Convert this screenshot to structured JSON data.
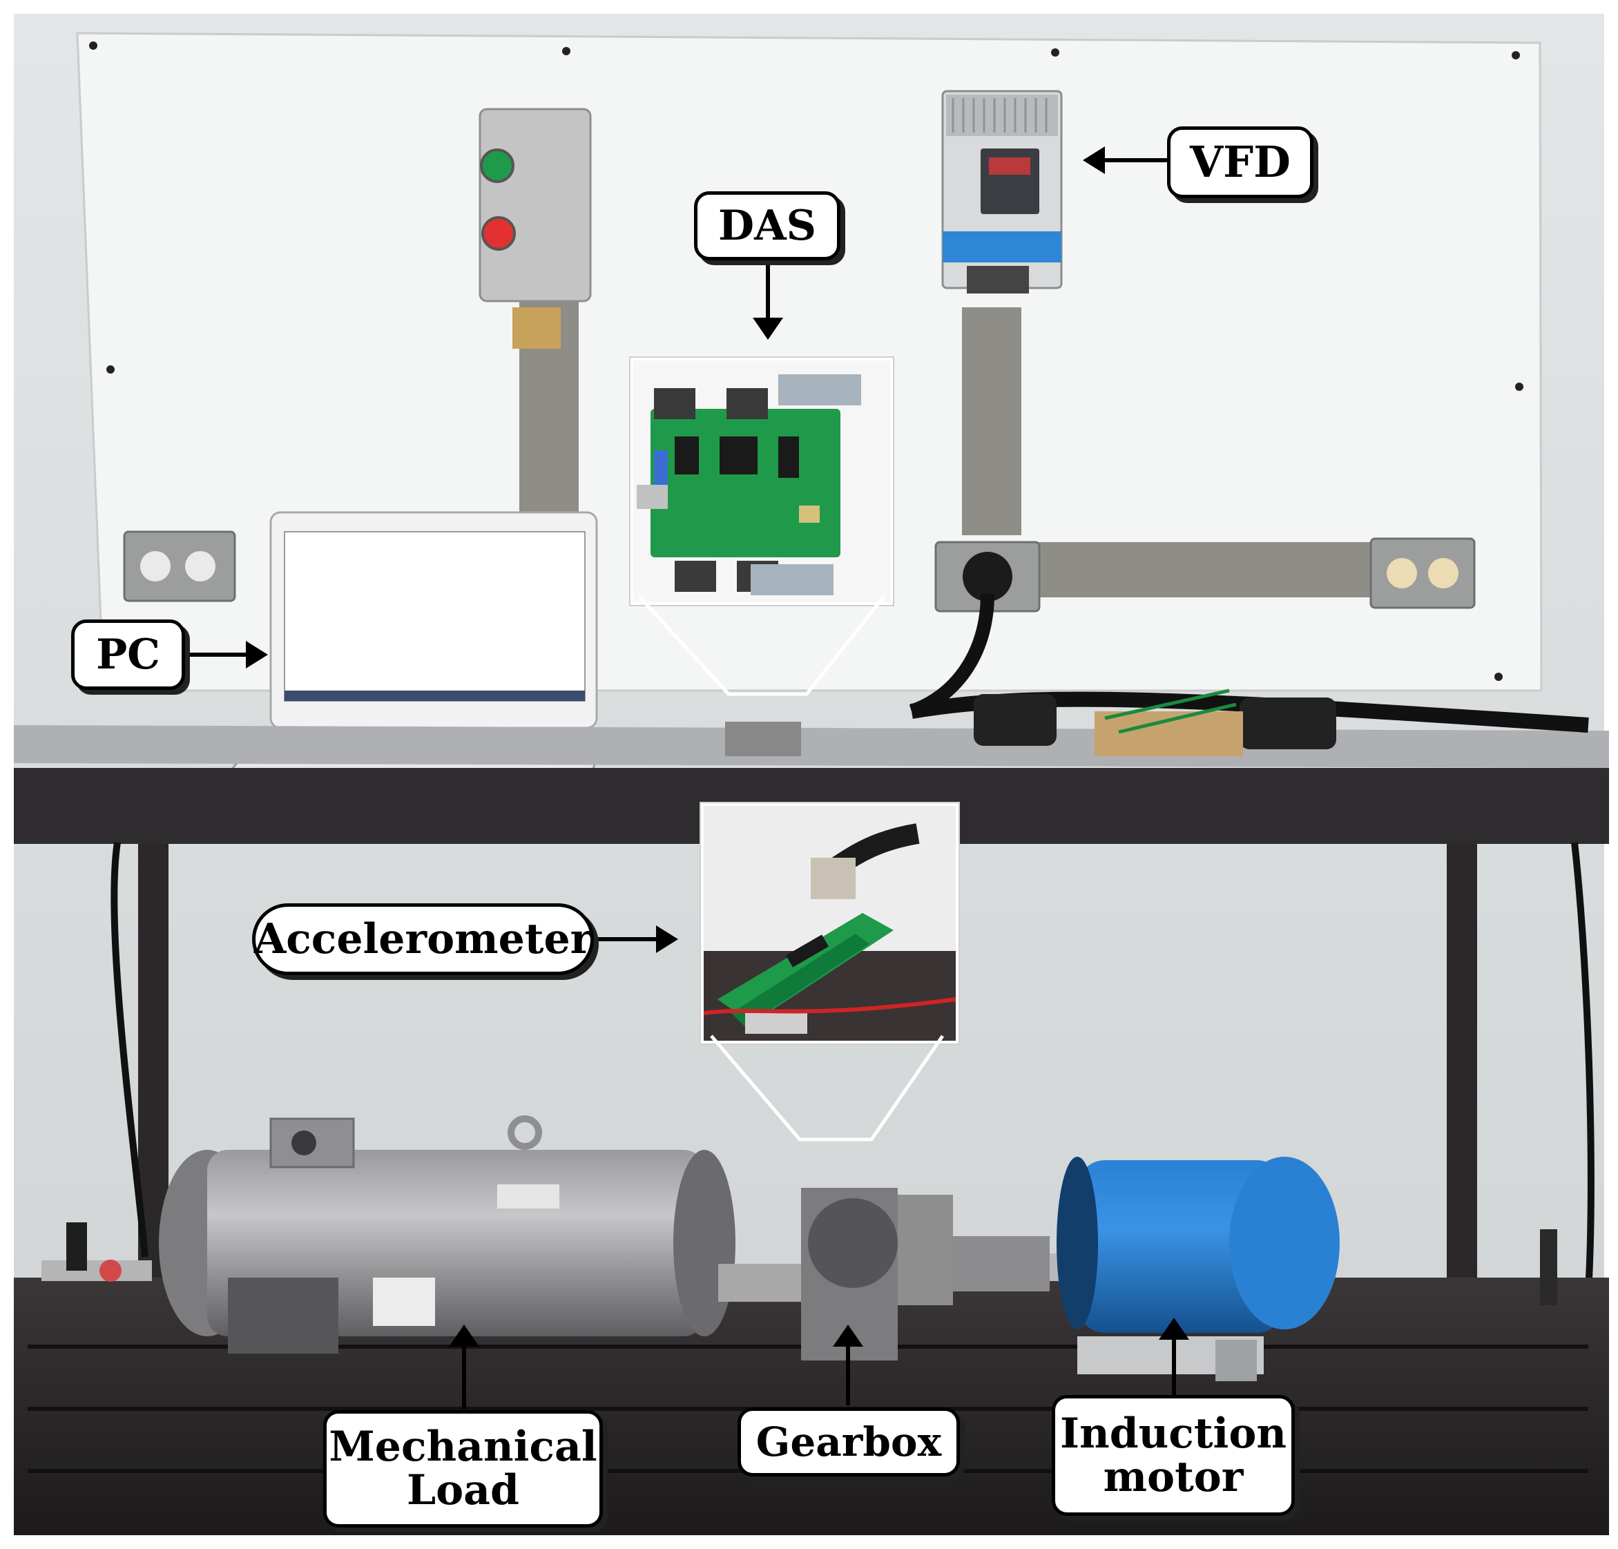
{
  "labels": {
    "vfd": "VFD",
    "das": "DAS",
    "pc": "PC",
    "accelerometer": "Accelerometer",
    "mechanical_load": [
      "Mechanical",
      "Load"
    ],
    "gearbox": "Gearbox",
    "induction_motor": [
      "Induction",
      "motor"
    ]
  },
  "colors": {
    "wall": "#dcdfe0",
    "panel": "#f3f4f4",
    "motor_blue": "#1f74c6",
    "pcb_green": "#1f9a4a",
    "table_dark": "#2e2c2e"
  }
}
